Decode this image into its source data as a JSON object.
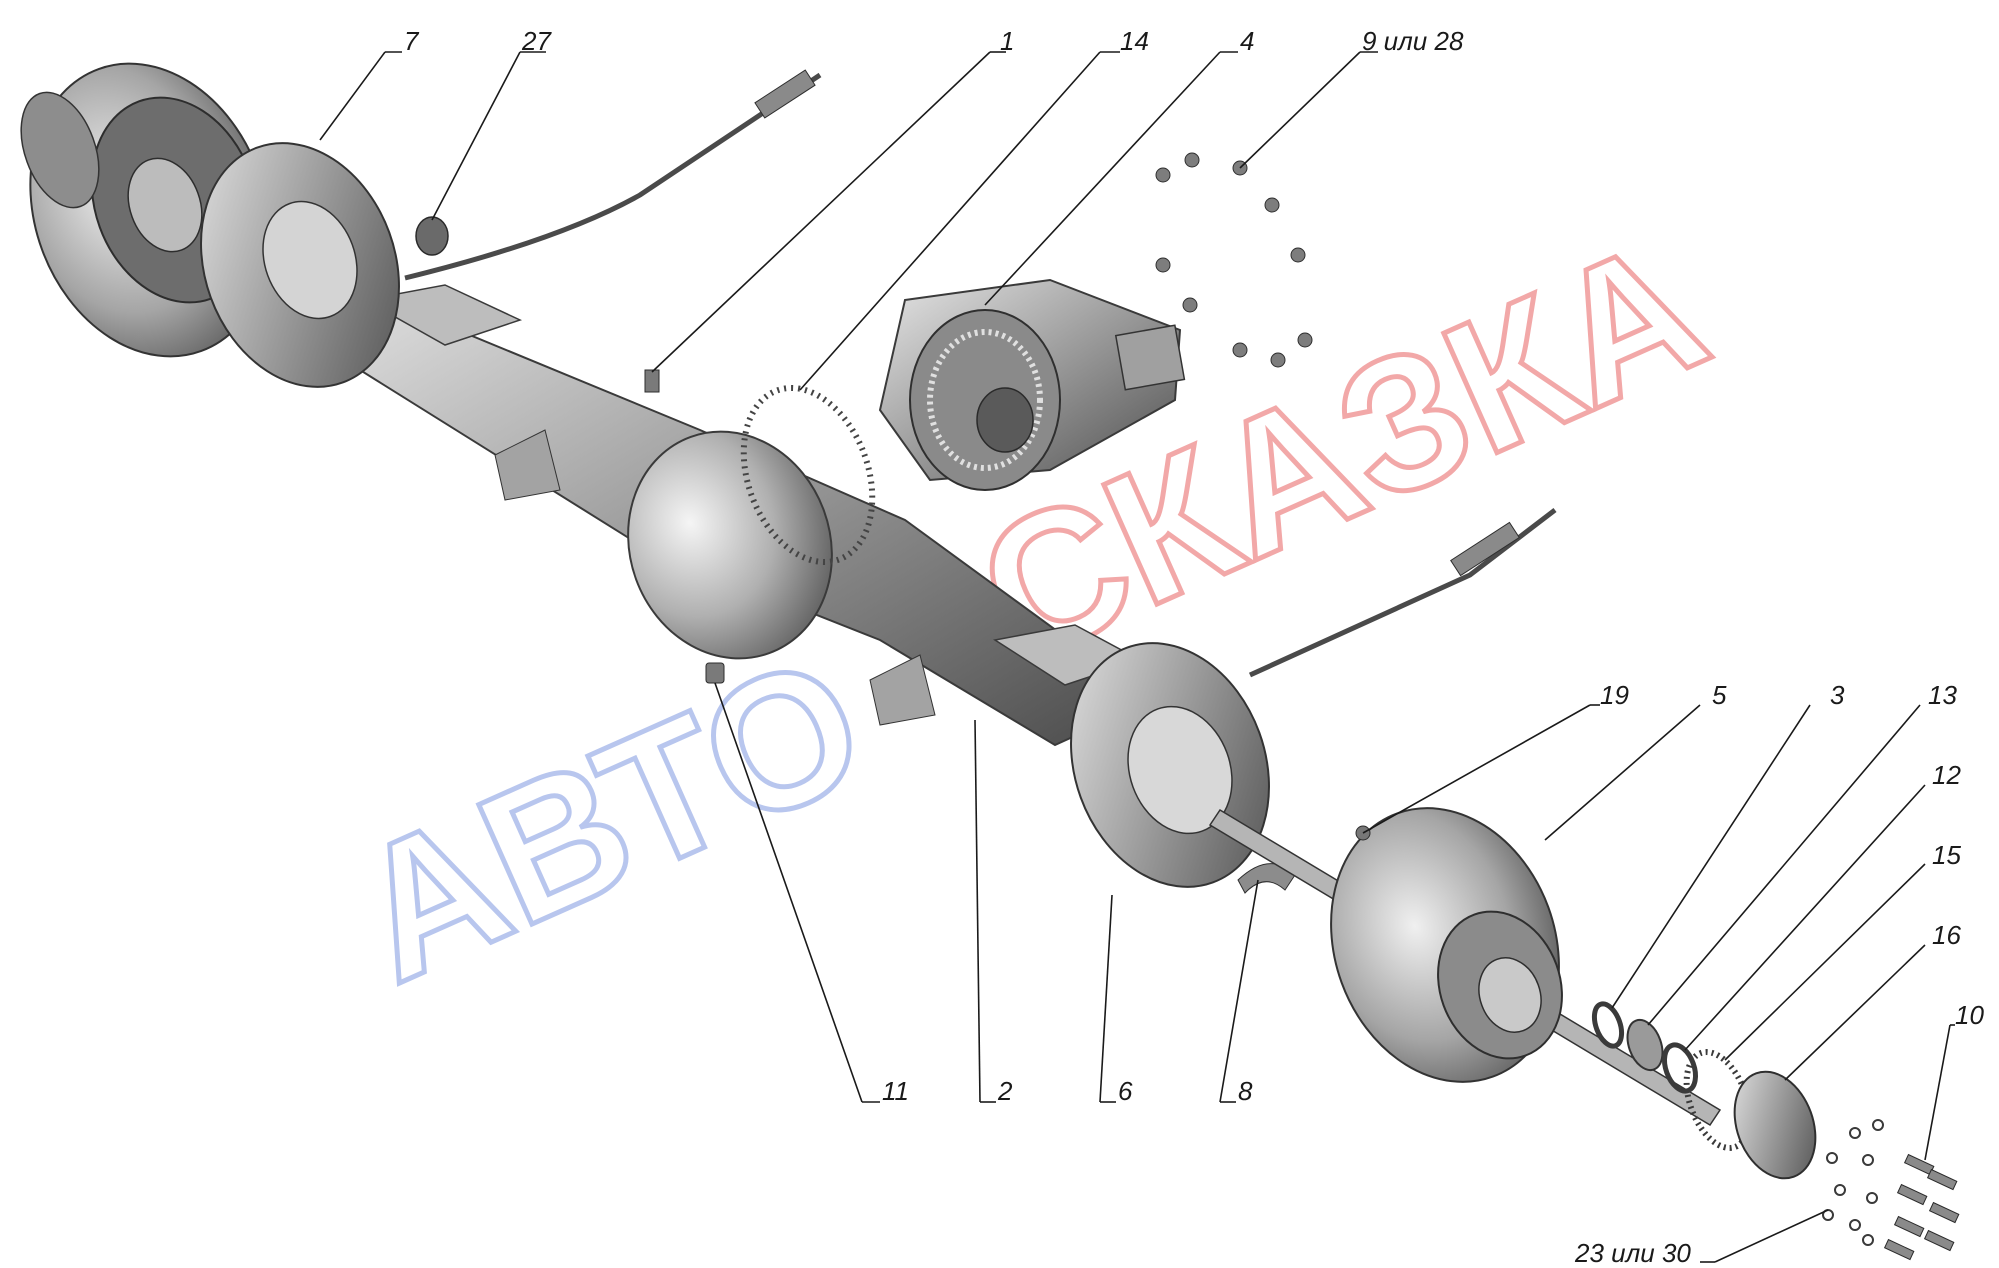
{
  "watermark": {
    "word1": "АВТО",
    "word2": "СКАЗКА",
    "color1": "#b8c6ee",
    "color2": "#f2a8a8"
  },
  "callouts": {
    "c7": "7",
    "c27": "27",
    "c1": "1",
    "c14": "14",
    "c4": "4",
    "c9": "9 или 28",
    "c19": "19",
    "c5": "5",
    "c3": "3",
    "c13": "13",
    "c12": "12",
    "c15": "15",
    "c16": "16",
    "c10": "10",
    "c23": "23 или 30",
    "c11": "11",
    "c2": "2",
    "c6": "6",
    "c8": "8"
  },
  "colors": {
    "metal_dark": "#5a5a5a",
    "metal_mid": "#9a9a9a",
    "metal_light": "#d9d9d9",
    "line": "#1a1a1a"
  }
}
